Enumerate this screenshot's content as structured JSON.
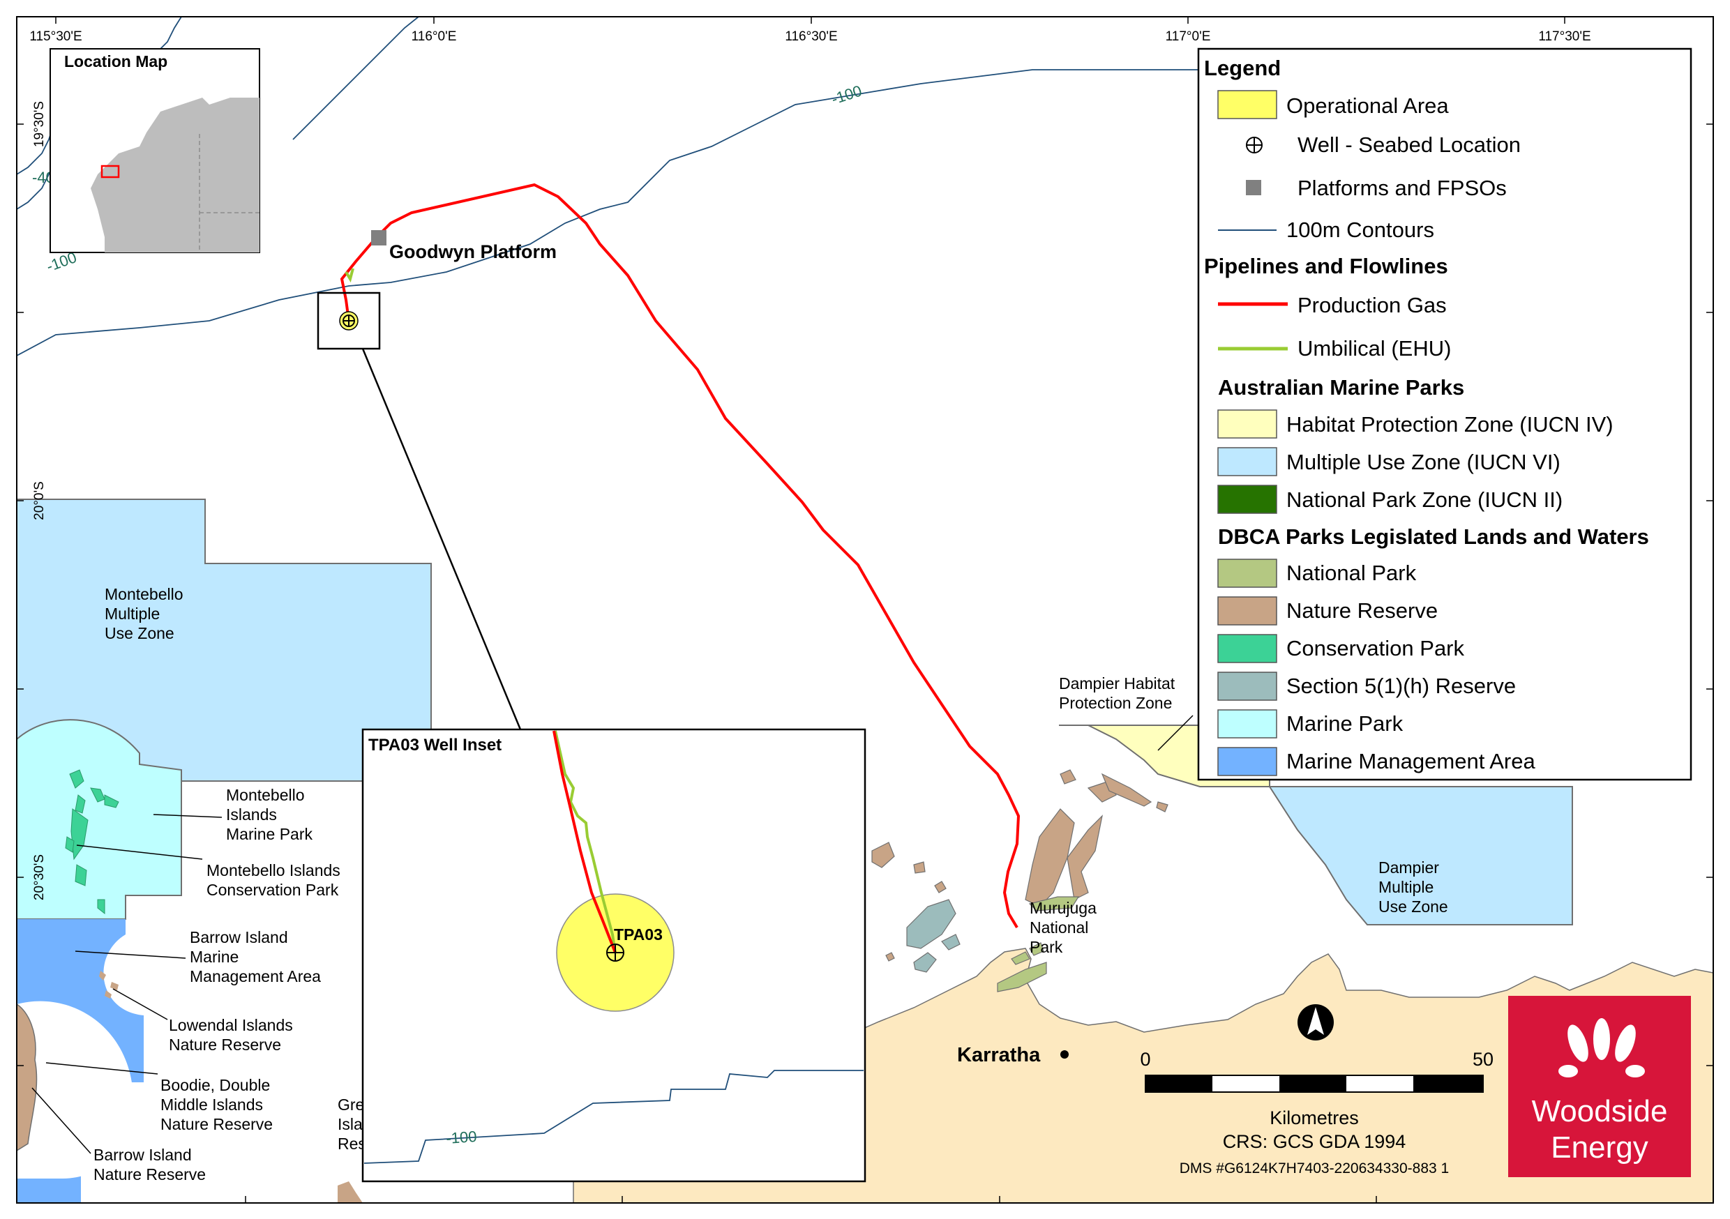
{
  "graticule": {
    "top": [
      "115°30'E",
      "116°0'E",
      "116°30'E",
      "117°0'E",
      "117°30'E"
    ],
    "left": [
      "19°30'S",
      "20°0'S",
      "20°30'S"
    ]
  },
  "contours": {
    "label": "-100",
    "label_partial": "-40"
  },
  "location_map": {
    "title": "Location Map"
  },
  "features": {
    "goodwyn": "Goodwyn Platform",
    "montebello_muz": [
      "Montebello",
      "Multiple",
      "Use Zone"
    ],
    "montebello_mp": [
      "Montebello",
      "Islands",
      "Marine Park"
    ],
    "montebello_cp": [
      "Montebello Islands",
      "Conservation Park"
    ],
    "barrow_mma": [
      "Barrow Island",
      "Marine",
      "Management Area"
    ],
    "lowendal": [
      "Lowendal Islands",
      "Nature Reserve"
    ],
    "boodie": [
      "Boodie, Double",
      "Middle Islands",
      "Nature Reserve"
    ],
    "barrow_nr": [
      "Barrow Island",
      "Nature Reserve"
    ],
    "great_partial": [
      "Gre",
      "Isla",
      "Res"
    ],
    "dampier_hpz": [
      "Dampier Habitat",
      "Protection Zone"
    ],
    "murujuga": [
      "Murujuga",
      "National",
      "Park"
    ],
    "dampier_muz": [
      "Dampier",
      "Multiple",
      "Use Zone"
    ],
    "karratha": "Karratha"
  },
  "inset": {
    "title": "TPA03 Well Inset",
    "well": "TPA03",
    "contour": "-100"
  },
  "legend": {
    "title": "Legend",
    "items": [
      {
        "label": "Operational Area",
        "type": "box",
        "color": "#ffff66"
      },
      {
        "label": "Well - Seabed Location",
        "type": "well"
      },
      {
        "label": "Platforms and FPSOs",
        "type": "square",
        "color": "#808080"
      },
      {
        "label": "100m Contours",
        "type": "line",
        "color": "#1f4e79"
      }
    ],
    "pipelines_title": "Pipelines and Flowlines",
    "pipelines": [
      {
        "label": "Production Gas",
        "color": "#ff0000"
      },
      {
        "label": "Umbilical (EHU)",
        "color": "#99cc33"
      }
    ],
    "amp_title": "Australian Marine Parks",
    "amp": [
      {
        "label": "Habitat Protection Zone (IUCN IV)",
        "color": "#ffffbe"
      },
      {
        "label": "Multiple Use Zone (IUCN VI)",
        "color": "#bee8ff"
      },
      {
        "label": "National Park Zone (IUCN II)",
        "color": "#267300"
      }
    ],
    "dbca_title": "DBCA Parks Legislated Lands and Waters",
    "dbca": [
      {
        "label": "National Park",
        "color": "#b4c882"
      },
      {
        "label": "Nature Reserve",
        "color": "#c8a486"
      },
      {
        "label": "Conservation Park",
        "color": "#3cd296"
      },
      {
        "label": "Section 5(1)(h) Reserve",
        "color": "#9cbcbc"
      },
      {
        "label": "Marine Park",
        "color": "#beffff"
      },
      {
        "label": "Marine Management Area",
        "color": "#73b2ff"
      }
    ]
  },
  "scale": {
    "start": "0",
    "end": "50",
    "units": "Kilometres"
  },
  "crs": "CRS: GCS GDA 1994",
  "dms": "DMS #G6124K7H7403-220634330-883 1",
  "logo": {
    "line1": "Woodside",
    "line2": "Energy",
    "color": "#d7153a"
  },
  "colors": {
    "land": "#fde9c0",
    "production_gas": "#ff0000",
    "umbilical": "#99cc33",
    "contour": "#1f4e79",
    "operational_area": "#ffff66",
    "platform": "#808080"
  }
}
